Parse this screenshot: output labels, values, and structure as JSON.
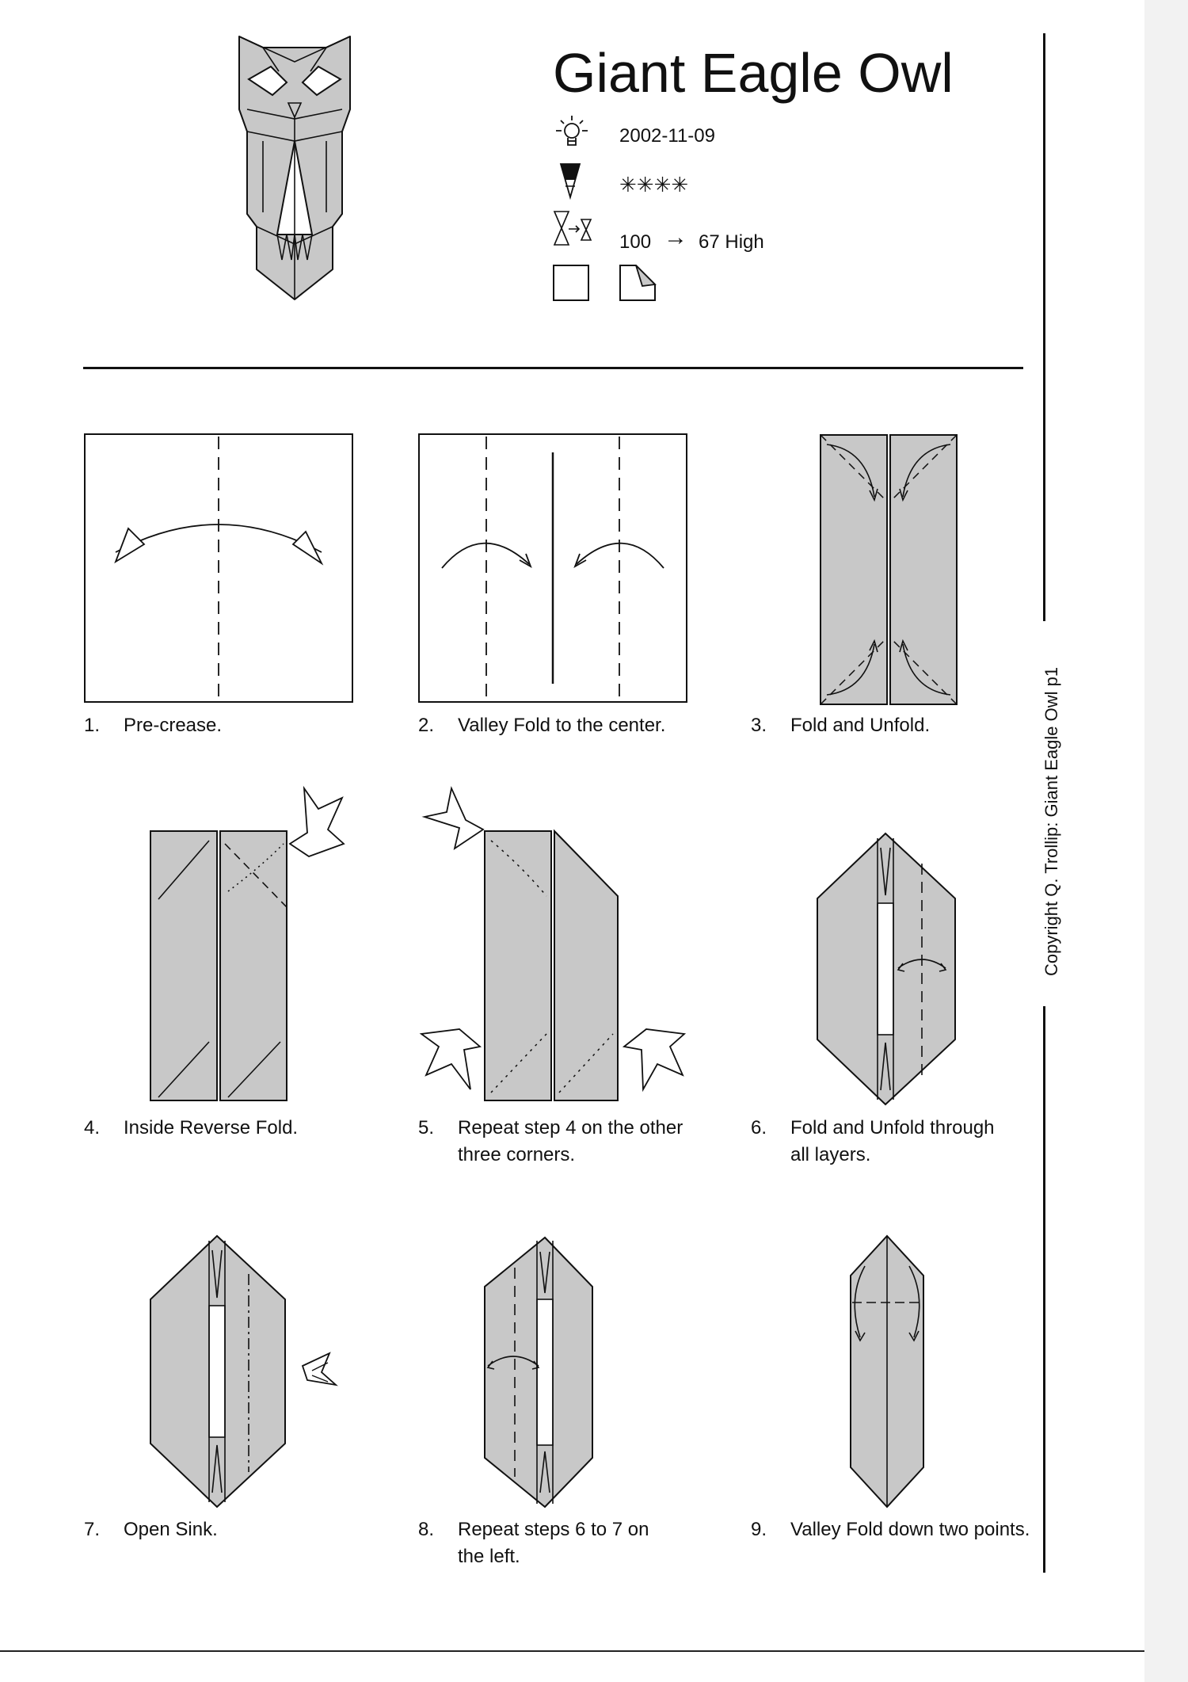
{
  "title": "Giant Eagle Owl",
  "meta": {
    "date": "2002-11-09",
    "difficulty": "✳✳✳✳",
    "size_from": "100",
    "size_arrow": "→",
    "size_to": "67 High"
  },
  "copyright": "Copyright Q. Trollip: Giant Eagle Owl p1",
  "steps": [
    {
      "num": "1.",
      "text": "Pre-crease."
    },
    {
      "num": "2.",
      "text": "Valley Fold to the center."
    },
    {
      "num": "3.",
      "text": "Fold and Unfold."
    },
    {
      "num": "4.",
      "text": "Inside Reverse Fold."
    },
    {
      "num": "5.",
      "text": "Repeat step 4 on the other three corners."
    },
    {
      "num": "6.",
      "text": "Fold and Unfold through all layers."
    },
    {
      "num": "7.",
      "text": "Open Sink."
    },
    {
      "num": "8.",
      "text": "Repeat steps 6 to 7 on the left."
    },
    {
      "num": "9.",
      "text": "Valley Fold down two points."
    }
  ],
  "icons": {
    "idea": "lightbulb-icon",
    "difficulty": "pencil-icon",
    "scale": "hourglass-scale-icon",
    "paper": "square-paper-icon",
    "color": "paper-color-side-icon"
  },
  "colors": {
    "paper": "#c8c8c8",
    "line": "#111111",
    "margin": "#f2f2f2"
  }
}
